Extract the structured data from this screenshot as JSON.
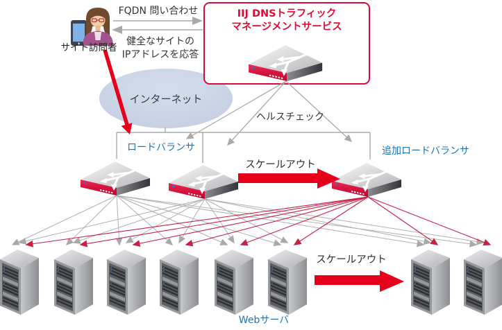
{
  "diagram": {
    "visitor": {
      "label": "サイト訪問者"
    },
    "request_flow": {
      "query_label": "FQDN 問い合わせ",
      "response_label_line1": "健全なサイトの",
      "response_label_line2": "IPアドレスを応答"
    },
    "dns_service": {
      "title_line1": "IIJ DNSトラフィック",
      "title_line2": "マネージメントサービス"
    },
    "internet": {
      "label": "インターネット"
    },
    "health_check": {
      "label": "ヘルスチェック"
    },
    "load_balancer": {
      "label": "ロードバランサ"
    },
    "additional_load_balancer": {
      "label": "追加ロードバランサ"
    },
    "scale_out_lb": {
      "label": "スケールアウト"
    },
    "scale_out_web": {
      "label": "スケールアウト"
    },
    "web_servers": {
      "label": "Webサーバ",
      "count_existing": 6,
      "count_added": 2
    },
    "colors": {
      "brand_red": "#e50835",
      "arrow_red": "#e60019",
      "fan_red": "#c81f45",
      "arrow_gray": "#a9a9a9",
      "label_blue": "#1b74bc",
      "internet_fill": "#c7d1e4"
    }
  }
}
